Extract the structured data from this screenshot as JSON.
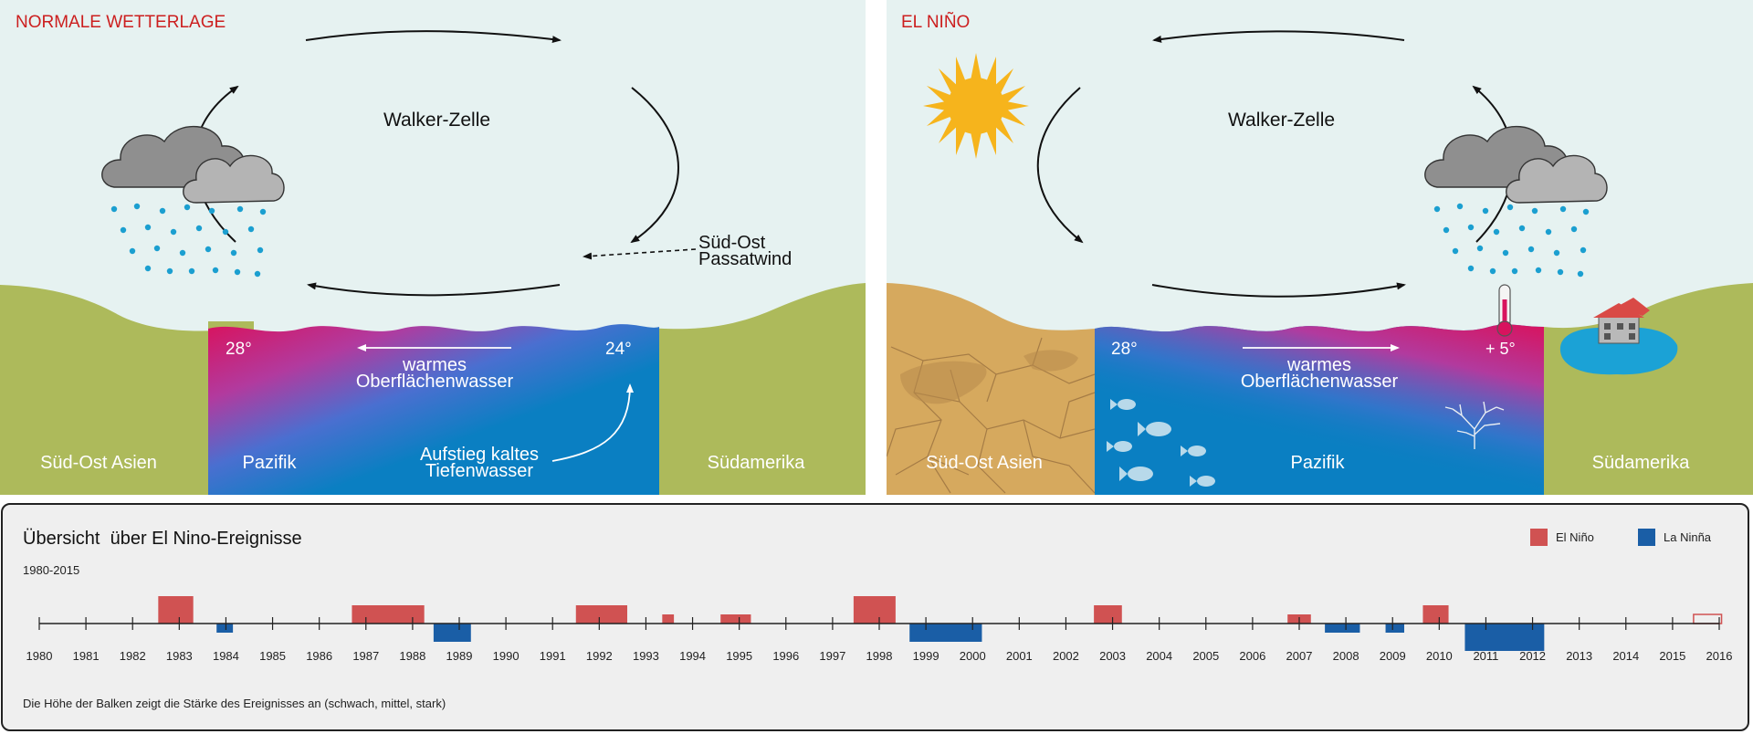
{
  "normal": {
    "title": "NORMALE WETTERLAGE",
    "cell": "Walker-Zelle",
    "wind_line1": "Süd-Ost",
    "wind_line2": "Passatwind",
    "temp_west": "28°",
    "temp_east": "24°",
    "surface_line1": "warmes",
    "surface_line2": "Oberflächenwasser",
    "upwell_line1": "Aufstieg kaltes",
    "upwell_line2": "Tiefenwasser",
    "land_west": "Süd-Ost Asien",
    "ocean": "Pazifik",
    "land_east": "Südamerika"
  },
  "nino": {
    "title": "EL NIÑO",
    "cell": "Walker-Zelle",
    "temp_west": "28°",
    "temp_east": "+ 5°",
    "surface_line1": "warmes",
    "surface_line2": "Oberflächenwasser",
    "land_west": "Süd-Ost Asien",
    "ocean": "Pazifik",
    "land_east": "Südamerika"
  },
  "colors": {
    "sky": "#e6f2f1",
    "land": "#adba5b",
    "desert": "#d6a95e",
    "ocean": "#0a7fc2",
    "warm": "#d8135e",
    "nino_bar": "#d05252",
    "nina_bar": "#1a5ea6",
    "title_red": "#cc1f1f"
  },
  "timeline": {
    "title": "Übersicht  über El Nino-Ereignisse",
    "range": "1980-2015",
    "note": "Die Höhe der Balken zeigt die Stärke des Ereignisses an (schwach, mittel, stark)",
    "legend_nino": "El Niño",
    "legend_nina": "La Ninña"
  },
  "chart_data": {
    "type": "bar",
    "x_axis": "year",
    "xlim": [
      1980,
      2016
    ],
    "categories": [
      "1980",
      "1981",
      "1982",
      "1983",
      "1984",
      "1985",
      "1986",
      "1987",
      "1988",
      "1989",
      "1990",
      "1991",
      "1992",
      "1993",
      "1994",
      "1995",
      "1996",
      "1997",
      "1998",
      "1999",
      "2000",
      "2001",
      "2002",
      "2003",
      "2004",
      "2005",
      "2006",
      "2007",
      "2008",
      "2009",
      "2010",
      "2011",
      "2012",
      "2013",
      "2014",
      "2015",
      "2016"
    ],
    "strength_scale": "1 = schwach, 2 = mittel, 3 = stark",
    "events": [
      {
        "type": "El Niño",
        "start": 1982.55,
        "end": 1983.3,
        "strength": 3
      },
      {
        "type": "La Ninña",
        "start": 1983.8,
        "end": 1984.15,
        "strength": 1
      },
      {
        "type": "El Niño",
        "start": 1986.7,
        "end": 1988.25,
        "strength": 2
      },
      {
        "type": "La Ninña",
        "start": 1988.45,
        "end": 1989.25,
        "strength": 2
      },
      {
        "type": "El Niño",
        "start": 1991.5,
        "end": 1992.6,
        "strength": 2
      },
      {
        "type": "El Niño",
        "start": 1993.35,
        "end": 1993.6,
        "strength": 1
      },
      {
        "type": "El Niño",
        "start": 1994.6,
        "end": 1995.25,
        "strength": 1
      },
      {
        "type": "El Niño",
        "start": 1997.45,
        "end": 1998.35,
        "strength": 3
      },
      {
        "type": "La Ninña",
        "start": 1998.65,
        "end": 2000.2,
        "strength": 2
      },
      {
        "type": "El Niño",
        "start": 2002.6,
        "end": 2003.2,
        "strength": 2
      },
      {
        "type": "El Niño",
        "start": 2006.75,
        "end": 2007.25,
        "strength": 1
      },
      {
        "type": "La Ninña",
        "start": 2007.55,
        "end": 2008.3,
        "strength": 1
      },
      {
        "type": "La Ninña",
        "start": 2008.85,
        "end": 2009.25,
        "strength": 1
      },
      {
        "type": "El Niño",
        "start": 2009.65,
        "end": 2010.2,
        "strength": 2
      },
      {
        "type": "La Ninña",
        "start": 2010.55,
        "end": 2012.25,
        "strength": 3
      },
      {
        "type": "El Niño",
        "start": 2015.45,
        "end": 2016.05,
        "strength": 1,
        "ongoing": true
      }
    ]
  }
}
